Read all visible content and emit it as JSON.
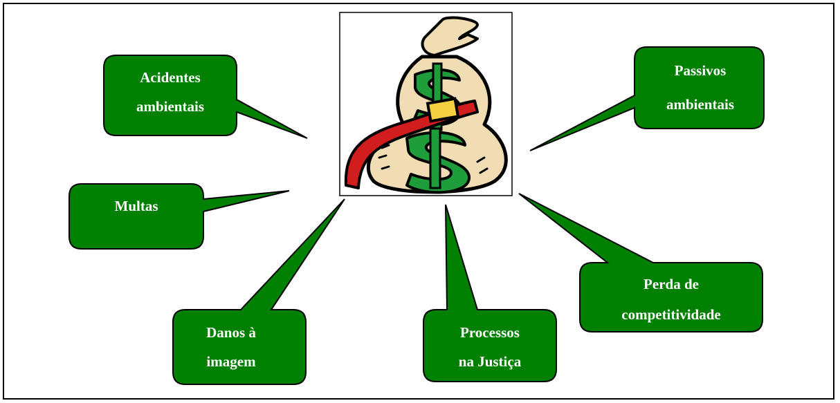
{
  "colors": {
    "callout_fill": "#008000",
    "callout_stroke": "#000000",
    "text": "#ffffff",
    "background": "#ffffff"
  },
  "center_image": {
    "icon": "money-bag-dollar-icon"
  },
  "callouts": [
    {
      "id": "acidentes",
      "lines": [
        "Acidentes",
        "ambientais"
      ]
    },
    {
      "id": "passivos",
      "lines": [
        "Passivos",
        "ambientais"
      ]
    },
    {
      "id": "multas",
      "lines": [
        "Multas"
      ]
    },
    {
      "id": "danos",
      "lines": [
        "Danos à",
        "imagem"
      ]
    },
    {
      "id": "processos",
      "lines": [
        "Processos",
        "na Justiça"
      ]
    },
    {
      "id": "perda",
      "lines": [
        "Perda de",
        "competitividade"
      ]
    }
  ]
}
